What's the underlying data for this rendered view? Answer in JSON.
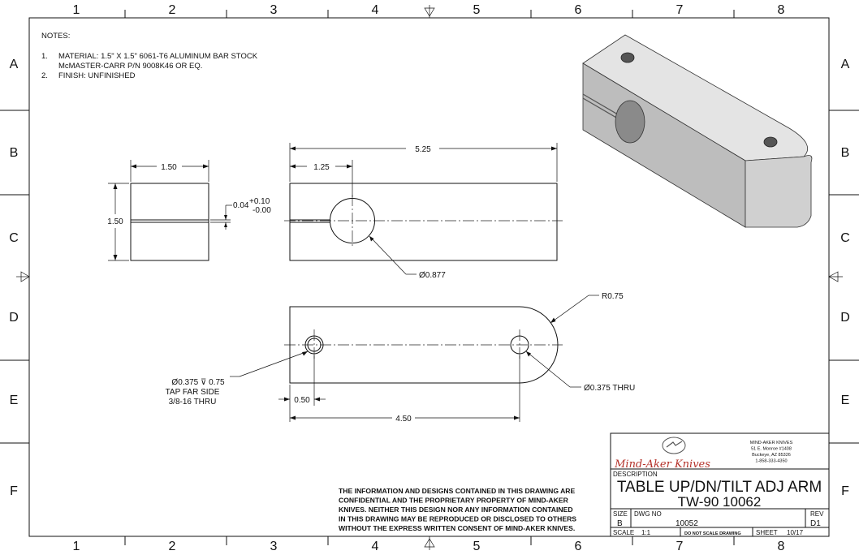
{
  "zones": {
    "columns": [
      "1",
      "2",
      "3",
      "4",
      "5",
      "6",
      "7",
      "8"
    ],
    "rows": [
      "A",
      "B",
      "C",
      "D",
      "E",
      "F"
    ]
  },
  "notes": {
    "heading": "NOTES:",
    "items": [
      {
        "num": "1.",
        "line1": "MATERIAL: 1.5\" X 1.5\" 6061-T6 ALUMINUM BAR STOCK",
        "line2": "McMASTER-CARR P/N 9008K46 OR EQ."
      },
      {
        "num": "2.",
        "line1": "FINISH: UNFINISHED"
      }
    ]
  },
  "dimensions": {
    "end_width": "1.50",
    "end_height": "1.50",
    "slot_width": "0.04",
    "slot_tol_plus": "+0.10",
    "slot_tol_minus": "-0.00",
    "overall_length": "5.25",
    "bore_location": "1.25",
    "bore_diameter": "Ø0.877",
    "end_radius": "R0.75",
    "tapped_hole_line1": "Ø0.375 ⊽ 0.75",
    "tapped_hole_line2": "TAP FAR SIDE",
    "tapped_hole_line3": "3/8-16 THRU",
    "thru_hole": "Ø0.375 THRU",
    "hole_edge_offset": "0.50",
    "hole_spacing": "4.50"
  },
  "disclaimer": [
    "THE INFORMATION AND DESIGNS CONTAINED IN THIS DRAWING ARE",
    "CONFIDENTIAL AND THE PROPRIETARY PROPERTY OF MIND-AKER",
    "KNIVES. NEITHER THIS DESIGN NOR ANY INFORMATION CONTAINED",
    "IN THIS DRAWING MAY BE REPRODUCED OR DISCLOSED TO OTHERS",
    "WITHOUT THE EXPRESS WRITTEN CONSENT OF MIND-AKER KNIVES."
  ],
  "title_block": {
    "logo_text": "Mind-Aker Knives",
    "company": "MIND-AKER KNIVES",
    "address1": "51 E. Monroe #1408",
    "address2": "Buckeye, AZ 85326",
    "phone": "1-858-333-4350",
    "description_label": "DESCRIPTION",
    "title_line1": "TABLE UP/DN/TILT ADJ ARM",
    "title_line2": "TW-90 10062",
    "size_label": "SIZE",
    "size_value": "B",
    "dwg_label": "DWG NO",
    "dwg_value": "10052",
    "rev_label": "REV",
    "rev_value": "D1",
    "scale_label": "SCALE",
    "scale_value": "1:1",
    "no_scale": "DO NOT SCALE DRAWING",
    "sheet_label": "SHEET",
    "sheet_value": "10/17"
  },
  "colors": {
    "line": "#111111",
    "logo_red": "#b5332b",
    "iso_top": "#e4e4e4",
    "iso_front": "#bdbdbd",
    "iso_end": "#d0d0d0"
  }
}
